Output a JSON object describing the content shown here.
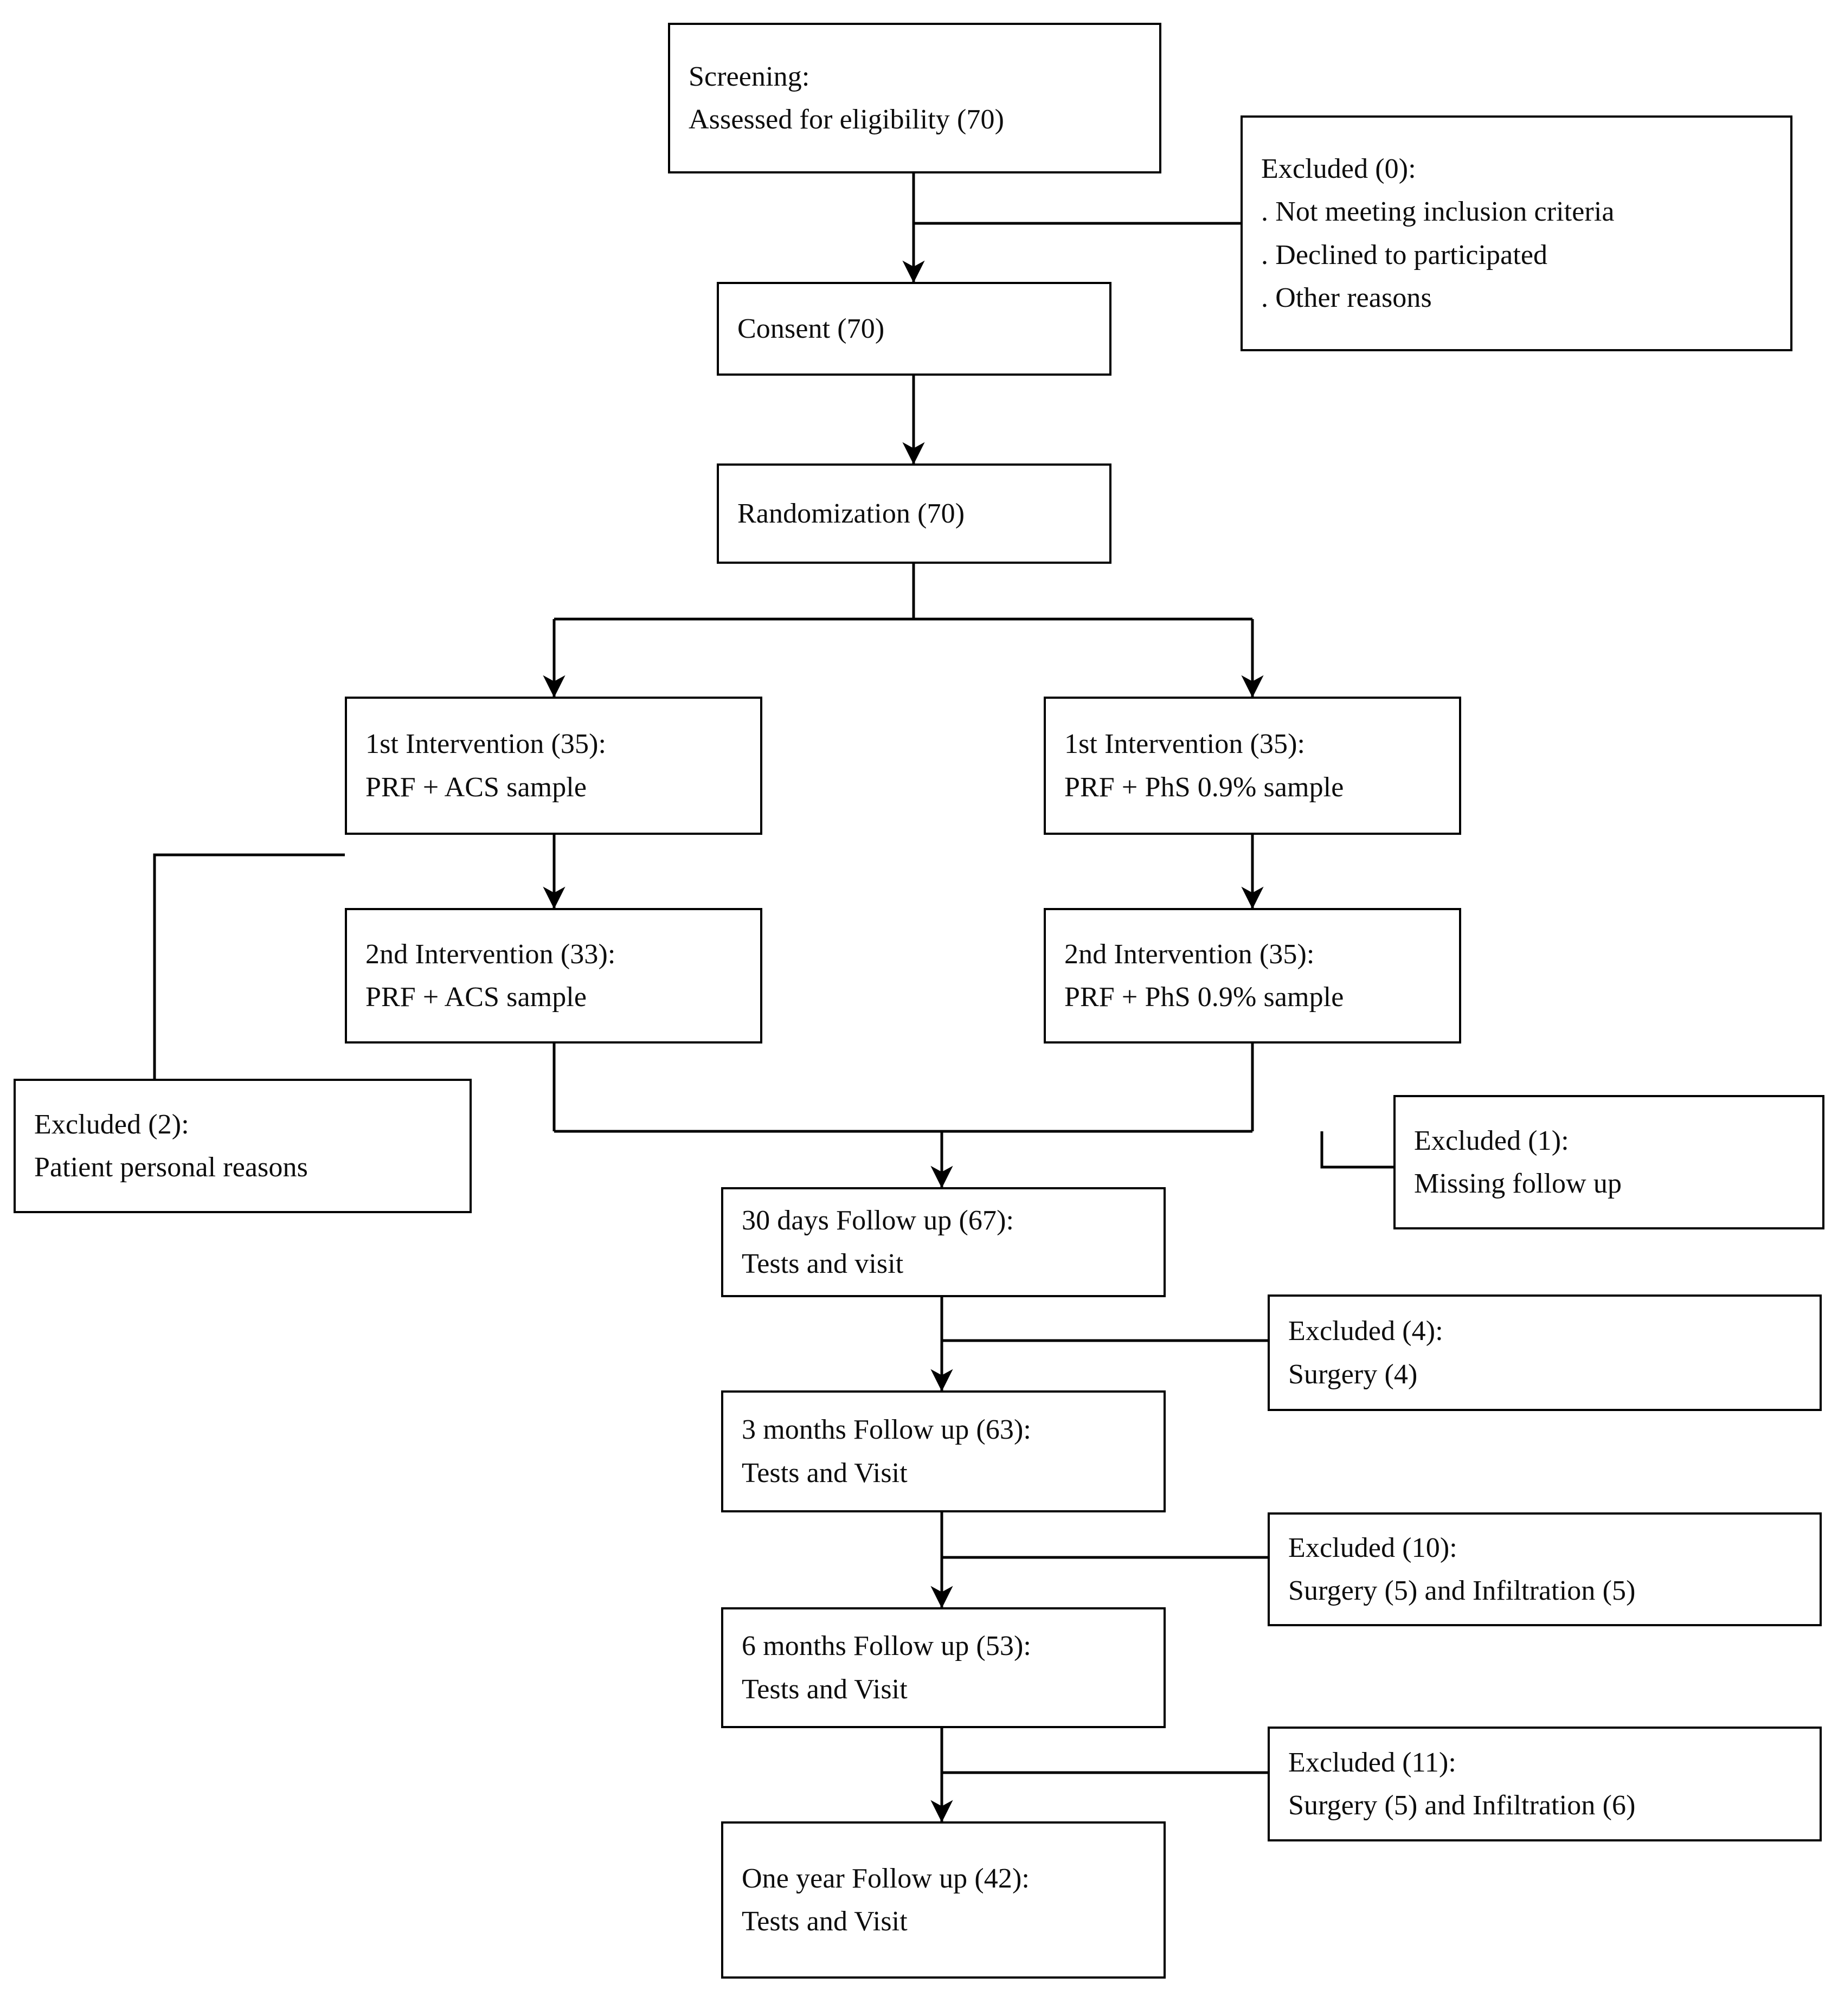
{
  "diagram": {
    "title": "CONSORT participant flow diagram",
    "type": "flowchart",
    "colors": {
      "stroke": "#000000",
      "background": "#ffffff",
      "text": "#0d0d0d"
    },
    "nodes": {
      "screening": {
        "line1": "Screening:",
        "line2": "Assessed for eligibility (70)"
      },
      "excluded_screening": {
        "line1": "Excluded (0):",
        "line2": ". Not meeting inclusion criteria",
        "line3": ". Declined to participated",
        "line4": ". Other reasons"
      },
      "consent": {
        "line1": "Consent (70)"
      },
      "randomization": {
        "line1": "Randomization (70)"
      },
      "intervention1_left": {
        "line1": "1st Intervention (35):",
        "line2": "PRF + ACS sample"
      },
      "intervention1_right": {
        "line1": "1st Intervention (35):",
        "line2": "PRF + PhS 0.9% sample"
      },
      "intervention2_left": {
        "line1": "2nd Intervention (33):",
        "line2": "PRF + ACS sample"
      },
      "intervention2_right": {
        "line1": "2nd Intervention (35):",
        "line2": "PRF + PhS 0.9% sample"
      },
      "excluded_left": {
        "line1": "Excluded (2):",
        "line2": "Patient personal reasons"
      },
      "excluded_right": {
        "line1": "Excluded (1):",
        "line2": "Missing follow up"
      },
      "followup_30days": {
        "line1": "30 days Follow up (67):",
        "line2": "Tests and visit"
      },
      "excluded_30days": {
        "line1": "Excluded (4):",
        "line2": "Surgery (4)"
      },
      "followup_3months": {
        "line1": "3 months Follow up (63):",
        "line2": "Tests and Visit"
      },
      "excluded_3months": {
        "line1": "Excluded (10):",
        "line2": "Surgery (5) and Infiltration (5)"
      },
      "followup_6months": {
        "line1": "6 months Follow up (53):",
        "line2": "Tests and Visit"
      },
      "excluded_6months": {
        "line1": "Excluded (11):",
        "line2": "Surgery (5) and Infiltration (6)"
      },
      "followup_oneyear": {
        "line1": "One year Follow up (42):",
        "line2": "Tests and Visit"
      }
    },
    "counts": {
      "assessed": 70,
      "excluded_screening": 0,
      "consented": 70,
      "randomized": 70,
      "arm_acs_first": 35,
      "arm_phs_first": 35,
      "arm_acs_second": 33,
      "arm_phs_second": 35,
      "excluded_acs_personal": 2,
      "excluded_phs_missing": 1,
      "followup_30days": 67,
      "excluded_after_30days": 4,
      "followup_3months": 63,
      "excluded_after_3months": 10,
      "followup_6months": 53,
      "excluded_after_6months": 11,
      "followup_oneyear": 42
    }
  }
}
